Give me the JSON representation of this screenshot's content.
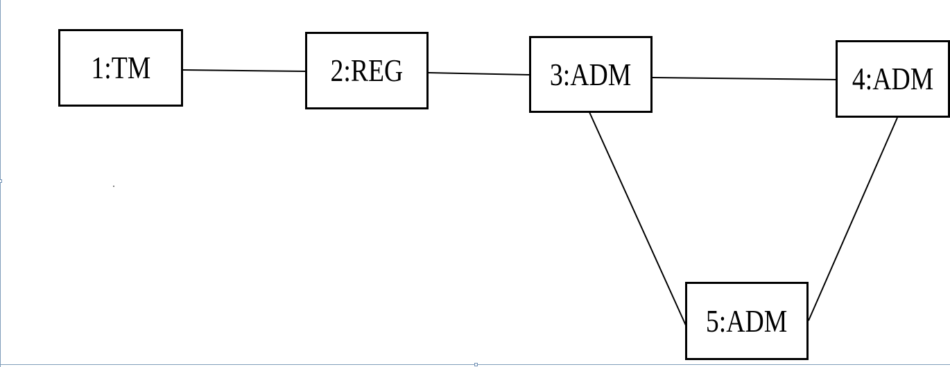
{
  "diagram": {
    "nodes": [
      {
        "id": "n1",
        "label": "1:TM"
      },
      {
        "id": "n2",
        "label": "2:REG"
      },
      {
        "id": "n3",
        "label": "3:ADM"
      },
      {
        "id": "n4",
        "label": "4:ADM"
      },
      {
        "id": "n5",
        "label": "5:ADM"
      }
    ],
    "edges": [
      {
        "from": "n1",
        "to": "n2"
      },
      {
        "from": "n2",
        "to": "n3"
      },
      {
        "from": "n3",
        "to": "n4"
      },
      {
        "from": "n3",
        "to": "n5"
      },
      {
        "from": "n4",
        "to": "n5"
      }
    ],
    "colors": {
      "stroke": "#000000",
      "background": "#ffffff",
      "frame": "#7f9db9"
    }
  }
}
